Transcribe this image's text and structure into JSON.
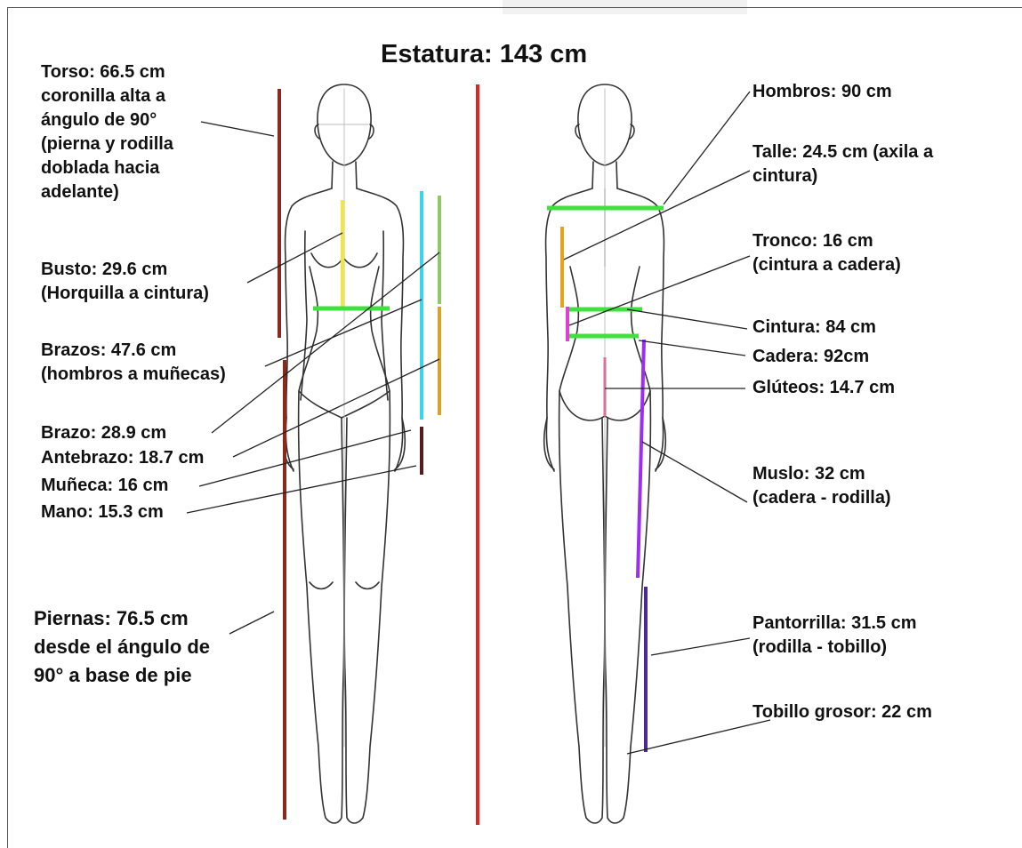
{
  "title": "Estatura: 143 cm",
  "left_labels": [
    {
      "id": "torso",
      "text": "Torso: 66.5 cm\ncoronilla alta a\nángulo de 90°\n(pierna y rodilla\ndoblada hacia\nadelante)"
    },
    {
      "id": "busto",
      "text": "Busto: 29.6 cm\n(Horquilla a cintura)"
    },
    {
      "id": "brazos",
      "text": "Brazos: 47.6 cm\n(hombros a muñecas)"
    },
    {
      "id": "brazo",
      "text": "Brazo: 28.9 cm"
    },
    {
      "id": "antebrazo",
      "text": "Antebrazo: 18.7 cm"
    },
    {
      "id": "muneca",
      "text": "Muñeca: 16 cm"
    },
    {
      "id": "mano",
      "text": "Mano: 15.3 cm"
    },
    {
      "id": "piernas",
      "text": "Piernas: 76.5 cm\ndesde el ángulo de\n90° a base de pie"
    }
  ],
  "right_labels": [
    {
      "id": "hombros",
      "text": "Hombros: 90 cm"
    },
    {
      "id": "talle",
      "text": "Talle: 24.5 cm (axila a\ncintura)"
    },
    {
      "id": "tronco",
      "text": "Tronco: 16 cm\n(cintura a cadera)"
    },
    {
      "id": "cintura",
      "text": "Cintura: 84 cm"
    },
    {
      "id": "cadera",
      "text": "Cadera: 92cm"
    },
    {
      "id": "gluteos",
      "text": "Glúteos: 14.7 cm"
    },
    {
      "id": "muslo",
      "text": "Muslo: 32 cm\n(cadera - rodilla)"
    },
    {
      "id": "pantorrilla",
      "text": "Pantorrilla: 31.5 cm\n(rodilla - tobillo)"
    },
    {
      "id": "tobillo",
      "text": "Tobillo grosor: 22 cm"
    }
  ],
  "colors": {
    "torso_legs": "#8b2a1c",
    "height": "#e02424",
    "busto": "#f2e63a",
    "horizontal": "#3fe03f",
    "brazos": "#38d6ec",
    "brazo": "#8fc86a",
    "antebrazo": "#d9a22a",
    "wrist_hand": "#5a1820",
    "talle": "#e6a11e",
    "tronco": "#e23ed6",
    "gluteos": "#d6739a",
    "muslo": "#9b2ef0",
    "pantorrilla": "#4a2a9a",
    "leader": "#222222",
    "figure": "#333333"
  }
}
